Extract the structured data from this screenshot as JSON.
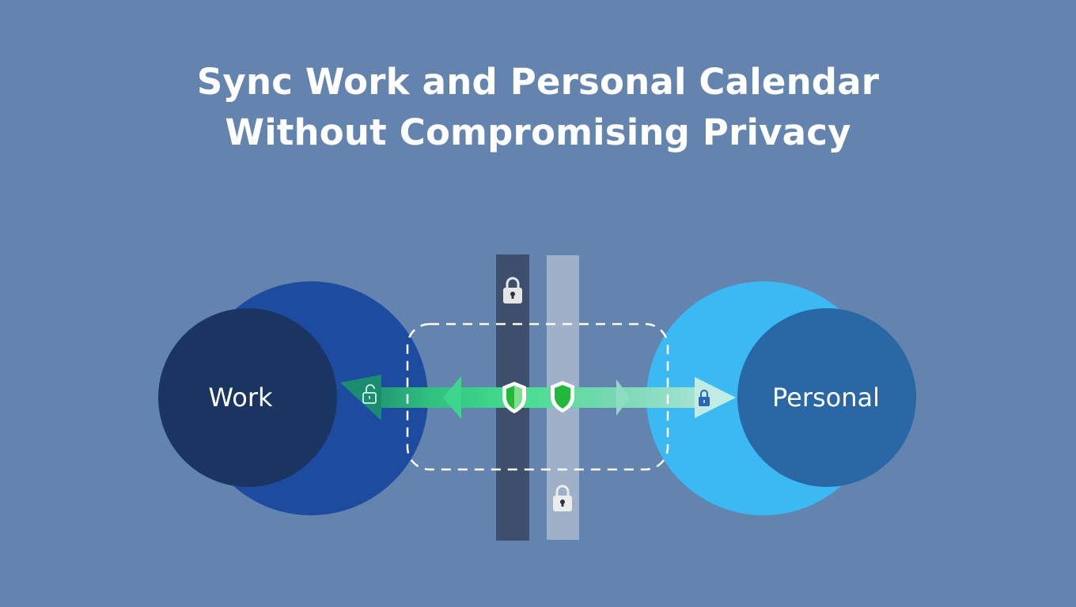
{
  "title": {
    "line1": "Sync Work and Personal Calendar",
    "line2": "Without Compromising Privacy"
  },
  "nodes": {
    "work": {
      "label": "Work"
    },
    "personal": {
      "label": "Personal"
    }
  },
  "icons": [
    "lock-icon",
    "unlock-icon",
    "shield-check-icon",
    "sync-arrow"
  ],
  "colors": {
    "background": "#6384ae",
    "work_outer": "#1c4ba0",
    "work_inner": "#1b3563",
    "personal_outer": "#3bb9f2",
    "personal_inner": "#2968a4",
    "barrier_dark": "#3d4f6d",
    "barrier_light": "#9fb0c9",
    "arrow_green": "#3fd98a",
    "shield_green": "#22b83a"
  }
}
